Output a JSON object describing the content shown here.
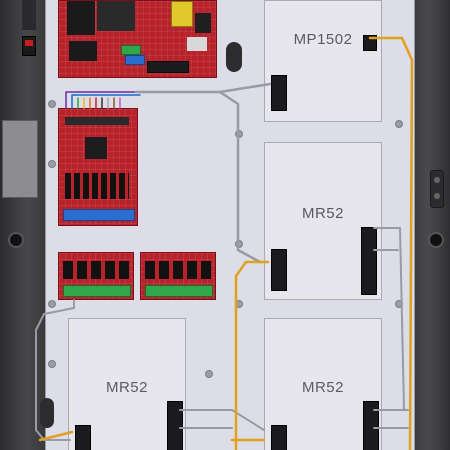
{
  "panel": {
    "boards": [
      {
        "id": "mp1502",
        "label": "MP1502"
      },
      {
        "id": "mr52_right_middle",
        "label": "MR52"
      },
      {
        "id": "mr52_left_bottom",
        "label": "MR52"
      },
      {
        "id": "mr52_right_bottom",
        "label": "MR52"
      }
    ]
  },
  "colors": {
    "backplate": "#dcdde6",
    "pcb_red": "#b8222a",
    "wire_orange": "#e0a020",
    "wire_gray": "#9a9aa4",
    "terminal_green": "#2fa84a",
    "terminal_blue": "#2a6fd0"
  },
  "icons": {
    "power_switch": "power-switch-icon",
    "grommet": "grommet-icon"
  }
}
